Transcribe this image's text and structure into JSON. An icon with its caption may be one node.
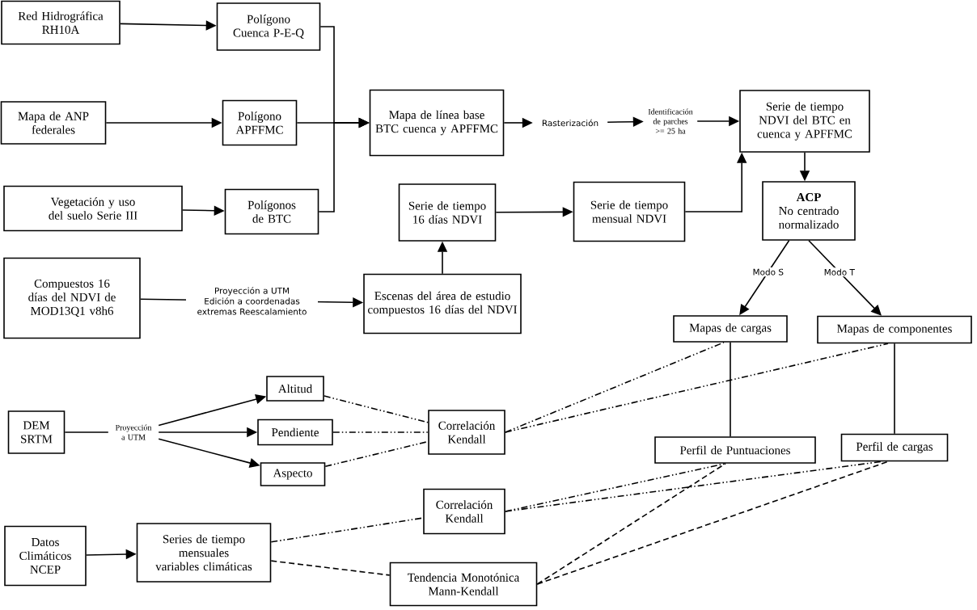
{
  "diagram": {
    "nodes": [
      {
        "text": [
          "Red Hidrográfica RH10A"
        ]
      },
      {
        "text": [
          "Polígono Cuenca P-E-Q"
        ]
      },
      {
        "text": [
          "Mapa de ANP federales"
        ]
      },
      {
        "text": [
          "Polígono APFFMC"
        ]
      },
      {
        "text": [
          "Vegetación y uso del suelo Serie III"
        ]
      },
      {
        "text": [
          "Polígonos de BTC"
        ]
      },
      {
        "text": [
          "Mapa de línea base BTC cuenca y APFFMC"
        ]
      },
      {
        "text": [
          "Rasterización"
        ]
      },
      {
        "text": [
          "Identificación de parches >= 25 ha"
        ]
      },
      {
        "text": [
          "Serie de tiempo NDVI del BTC en cuenca y APFFMC"
        ]
      },
      {
        "text": [
          "Serie de tiempo 16 días NDVI"
        ]
      },
      {
        "text": [
          "Serie de tiempo mensual NDVI"
        ]
      },
      {
        "text": [
          "ACP",
          "No centrado normalizado"
        ]
      },
      {
        "text": [
          "Compuestos 16 días del NDVI de MOD13Q1 v8h6"
        ]
      },
      {
        "text": [
          "Escenas del área de estudio compuestos 16 días del NDVI"
        ]
      },
      {
        "text": [
          "Mapas de cargas"
        ]
      },
      {
        "text": [
          "Mapas de componentes"
        ]
      },
      {
        "text": [
          "DEM SRTM"
        ]
      },
      {
        "text": [
          "Proyección a UTM"
        ]
      },
      {
        "text": [
          "Altitud"
        ]
      },
      {
        "text": [
          "Pendiente"
        ]
      },
      {
        "text": [
          "Aspecto"
        ]
      },
      {
        "text": [
          "Correlación Kendall"
        ]
      },
      {
        "text": [
          "Perfil de Puntuaciones"
        ]
      },
      {
        "text": [
          "Perfil de cargas"
        ]
      },
      {
        "text": [
          "Correlación Kendall"
        ]
      },
      {
        "text": [
          "Datos Climáticos NCEP"
        ]
      },
      {
        "text": [
          "Series de tiempo mensuales variables climáticas"
        ]
      },
      {
        "text": [
          "Tendencia Monotónica Mann-Kendall"
        ]
      }
    ],
    "edges": [
      {
        "from": 0,
        "to": 1,
        "arrow": "to"
      },
      {
        "from": 1,
        "to": 6,
        "arrow": "to"
      },
      {
        "from": 2,
        "to": 3,
        "arrow": "to"
      },
      {
        "from": 3,
        "to": 6,
        "arrow": "to"
      },
      {
        "from": 4,
        "to": 5,
        "arrow": "to"
      },
      {
        "from": 5,
        "to": 6,
        "arrow": "to"
      },
      {
        "from": 6,
        "to": 7,
        "arrow": "to"
      },
      {
        "from": 7,
        "to": 8,
        "arrow": "to"
      },
      {
        "from": 8,
        "to": 9,
        "arrow": "to"
      },
      {
        "from": 10,
        "to": 11,
        "arrow": "to"
      },
      {
        "from": 11,
        "to": 9,
        "arrow": "to"
      },
      {
        "from": 14,
        "to": 10,
        "arrow": "to"
      },
      {
        "from": 13,
        "to": 14,
        "arrow": "to",
        "label": "Proyección a UTM Edición a coordenadas extremas Reescalamiento"
      },
      {
        "from": 9,
        "to": 12,
        "arrow": "to"
      },
      {
        "from": 12,
        "to": 15,
        "arrow": "to",
        "label": "Modo S"
      },
      {
        "from": 12,
        "to": 16,
        "arrow": "to",
        "label": "Modo T"
      },
      {
        "from": 17,
        "to": 18,
        "arrow": "none"
      },
      {
        "from": 18,
        "to": 19,
        "arrow": "to"
      },
      {
        "from": 18,
        "to": 20,
        "arrow": "to"
      },
      {
        "from": 18,
        "to": 21,
        "arrow": "to"
      },
      {
        "from": 19,
        "to": 22,
        "arrow": "none",
        "style": "dashed"
      },
      {
        "from": 20,
        "to": 22,
        "arrow": "none",
        "style": "dashed"
      },
      {
        "from": 21,
        "to": 22,
        "arrow": "none",
        "style": "dashed"
      },
      {
        "from": 22,
        "to": 15,
        "arrow": "none",
        "style": "dashed"
      },
      {
        "from": 22,
        "to": 16,
        "arrow": "none",
        "style": "dashed"
      },
      {
        "from": 15,
        "to": 23,
        "arrow": "none"
      },
      {
        "from": 16,
        "to": 24,
        "arrow": "none"
      },
      {
        "from": 25,
        "to": 23,
        "arrow": "none",
        "style": "dashed"
      },
      {
        "from": 25,
        "to": 24,
        "arrow": "none",
        "style": "dashed"
      },
      {
        "from": 28,
        "to": 23,
        "arrow": "none",
        "style": "dashed"
      },
      {
        "from": 28,
        "to": 24,
        "arrow": "none",
        "style": "dashed"
      },
      {
        "from": 26,
        "to": 27,
        "arrow": "to"
      },
      {
        "from": 27,
        "to": 25,
        "arrow": "none",
        "style": "dashed"
      },
      {
        "from": 27,
        "to": 28,
        "arrow": "none",
        "style": "dashed"
      }
    ]
  }
}
